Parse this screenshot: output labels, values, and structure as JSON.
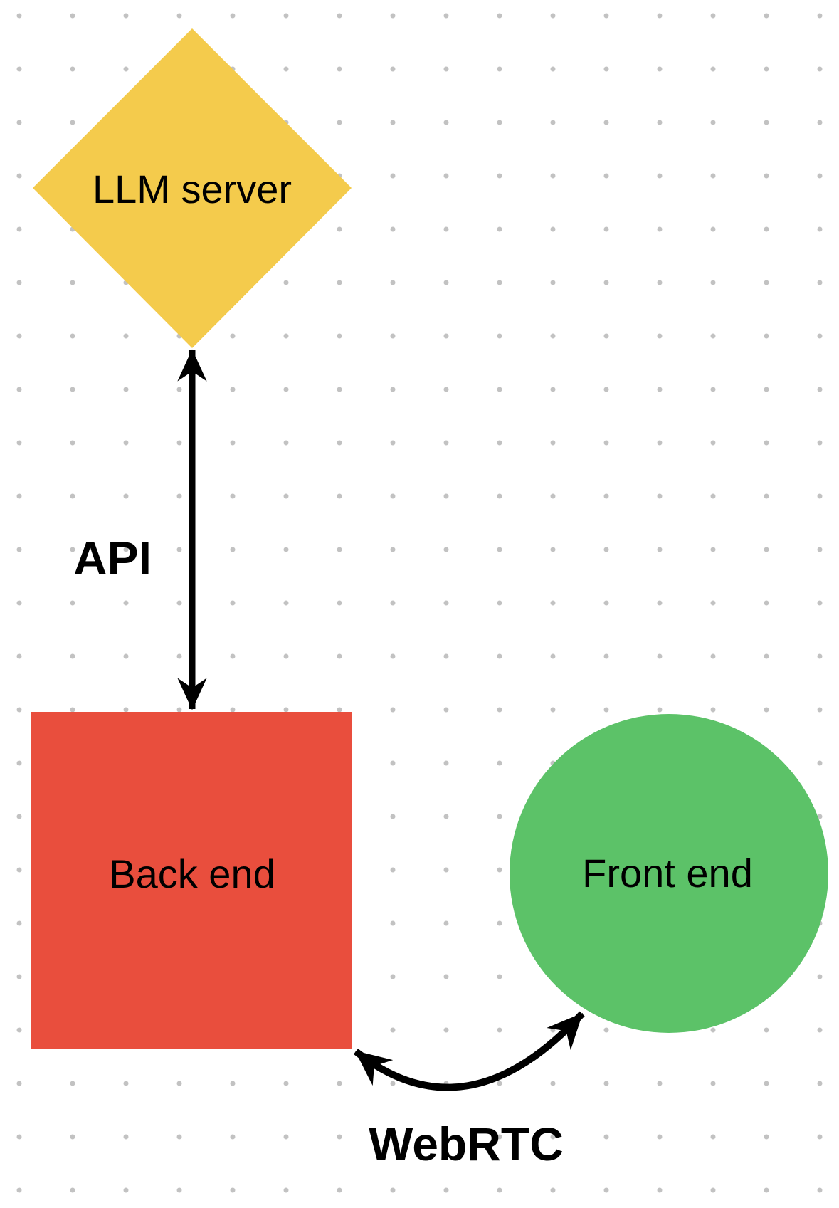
{
  "canvas": {
    "background": "#FFFFFF",
    "dot_color": "#C2C2C2",
    "arrow_color": "#000000",
    "label_color": "#000000"
  },
  "nodes": [
    {
      "id": "llm-server",
      "shape": "diamond",
      "label": "LLM server",
      "color": "#F4CB4C"
    },
    {
      "id": "back-end",
      "shape": "square",
      "label": "Back end",
      "color": "#E94E3D"
    },
    {
      "id": "front-end",
      "shape": "circle",
      "label": "Front end",
      "color": "#5CC268"
    }
  ],
  "edges": [
    {
      "id": "api",
      "label": "API",
      "from": "llm-server",
      "to": "back-end",
      "type": "straight-double-arrow",
      "color": "#000000"
    },
    {
      "id": "webrtc",
      "label": "WebRTC",
      "from": "back-end",
      "to": "front-end",
      "type": "curved-double-arrow",
      "color": "#000000"
    }
  ]
}
